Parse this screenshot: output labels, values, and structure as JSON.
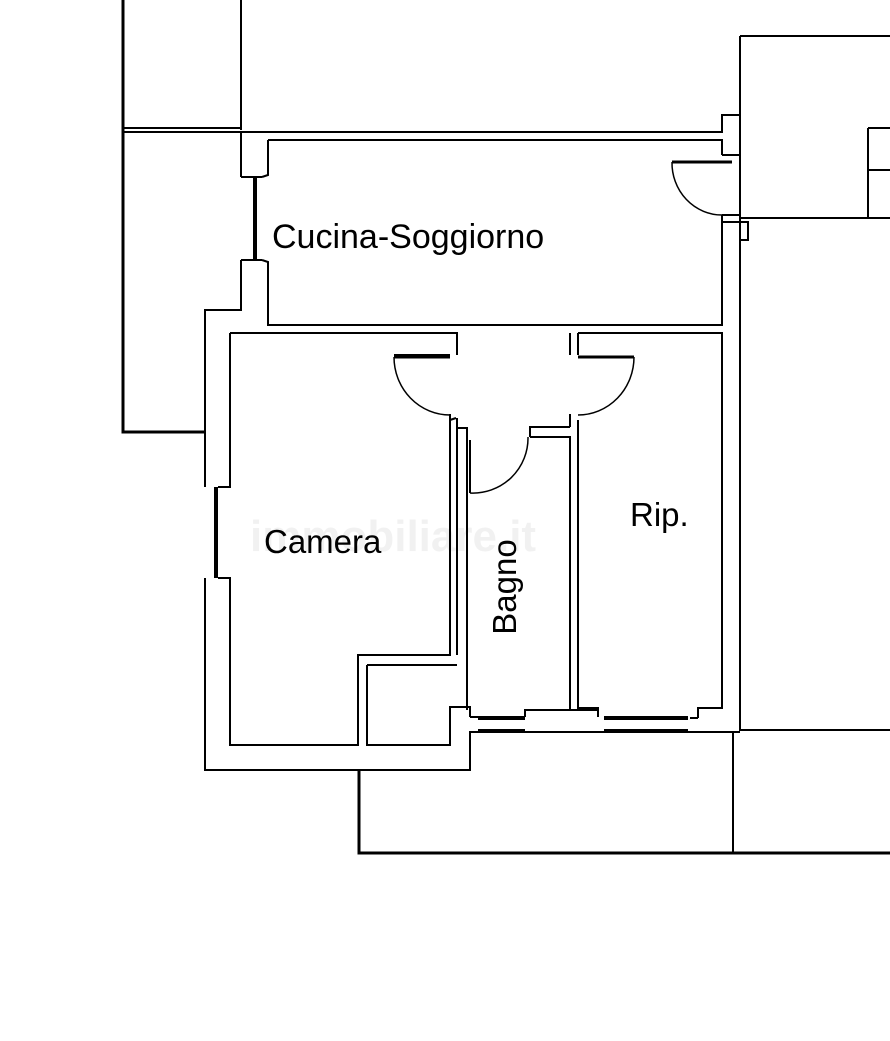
{
  "floorplan": {
    "rooms": [
      {
        "id": "cucina-soggiorno",
        "label": "Cucina-Soggiorno"
      },
      {
        "id": "camera",
        "label": "Camera"
      },
      {
        "id": "bagno",
        "label": "Bagno"
      },
      {
        "id": "ripostiglio",
        "label": "Rip."
      }
    ],
    "watermark": "immobiliare.it",
    "line_color": "#000000",
    "background": "#ffffff"
  }
}
